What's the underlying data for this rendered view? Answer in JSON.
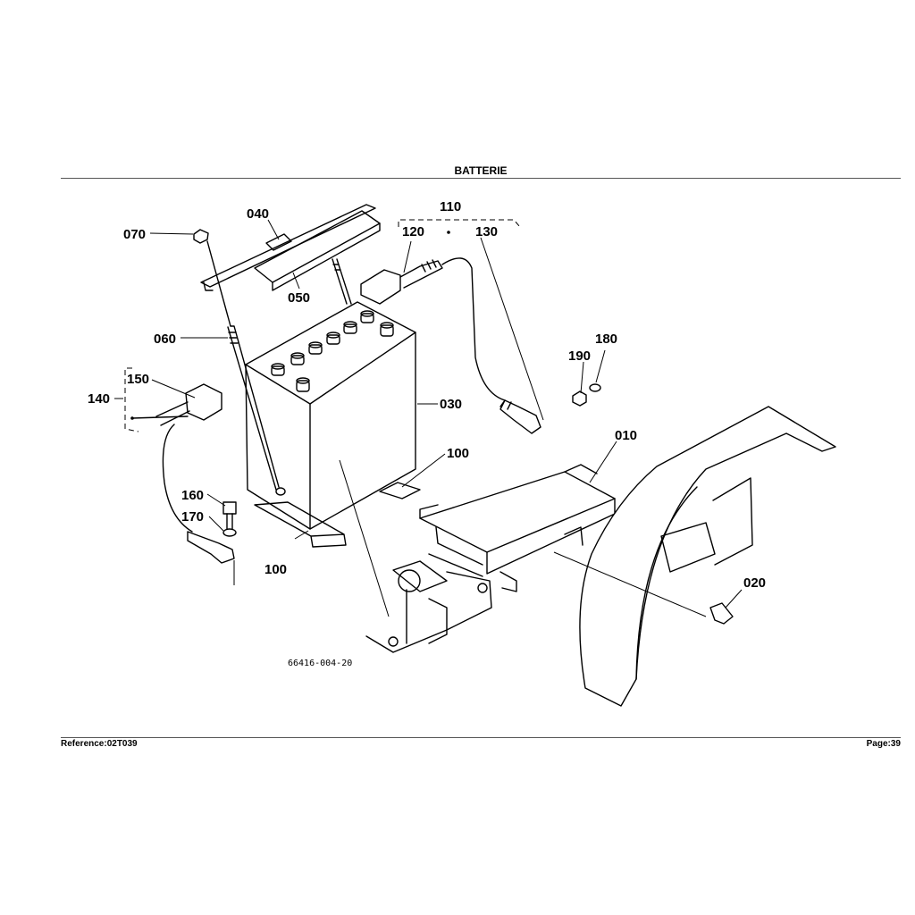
{
  "header": {
    "title": "BATTERIE"
  },
  "footer": {
    "reference": "Reference:02T039",
    "page": "Page:39"
  },
  "drawing": {
    "code": "66416-004-20",
    "labels": {
      "p010": "010",
      "p020": "020",
      "p030": "030",
      "p040": "040",
      "p050": "050",
      "p060": "060",
      "p070": "070",
      "p100a": "100",
      "p100b": "100",
      "p110": "110",
      "p120": "120",
      "p130": "130",
      "p140": "140",
      "p150": "150",
      "p160": "160",
      "p170": "170",
      "p180": "180",
      "p190": "190"
    }
  }
}
